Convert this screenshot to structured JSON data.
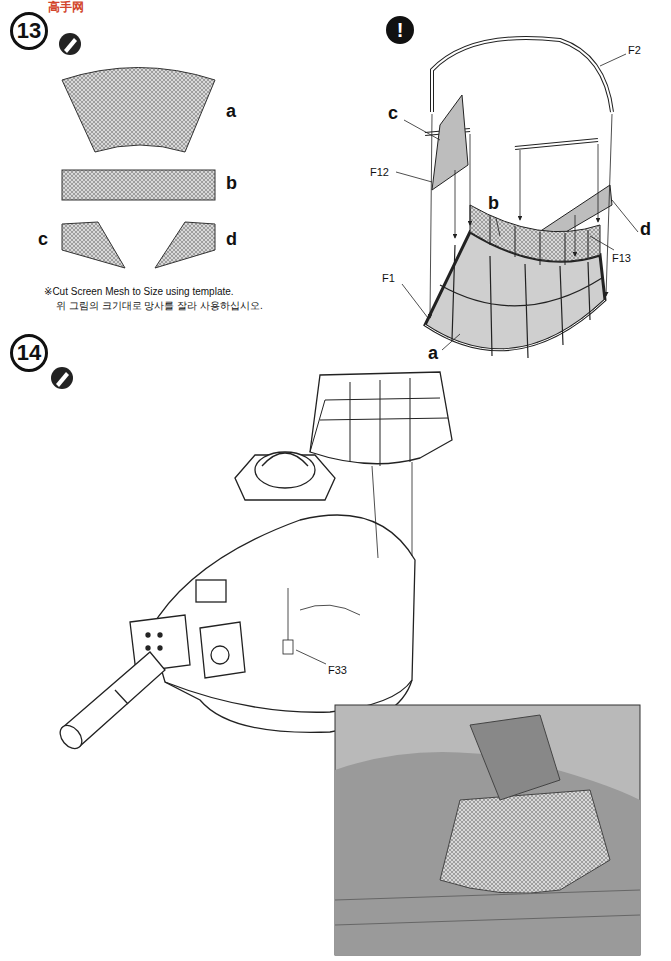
{
  "diagram": {
    "nodes": [
      {
        "text": [
          "13"
        ]
      },
      {
        "text": [
          "!"
        ]
      },
      {
        "text": [
          "14"
        ]
      }
    ],
    "labels": [
      "高手网",
      "a",
      "b",
      "c",
      "d",
      "※Cut Screen Mesh to Size using template.",
      "위 그림의 크기대로 망사를 잘라 사용하십시오.",
      "c",
      "F2",
      "F12",
      "b",
      "d",
      "F13",
      "F1",
      "a",
      "F33"
    ]
  }
}
